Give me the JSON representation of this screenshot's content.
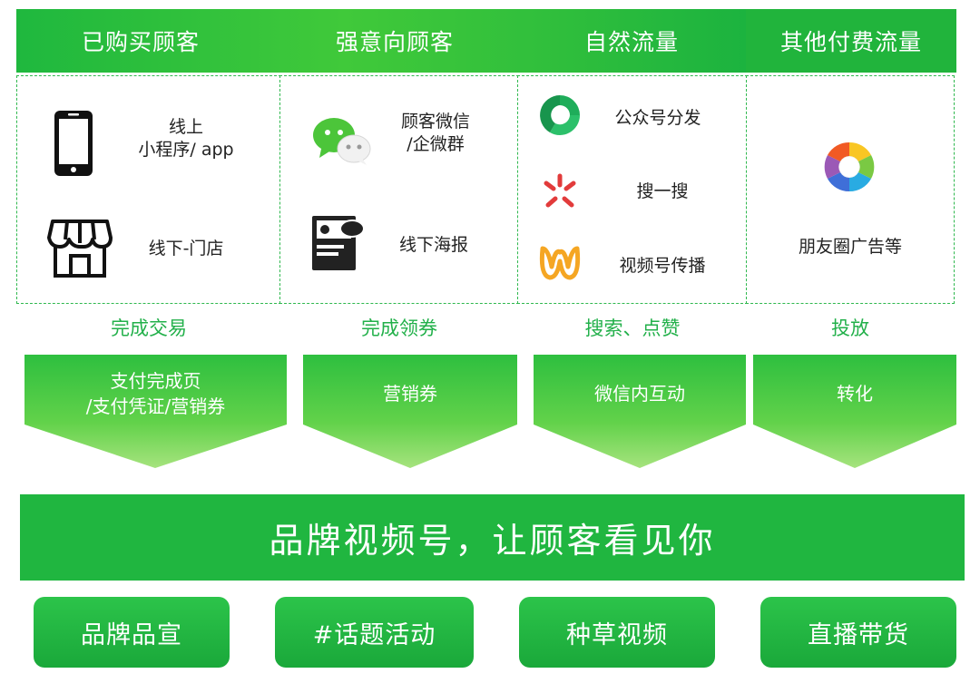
{
  "headers": [
    "已购买顾客",
    "强意向顾客",
    "自然流量",
    "其他付费流量"
  ],
  "panels": {
    "p1": {
      "item1": [
        "线上",
        "小程序/ app"
      ],
      "item2": "线下-门店"
    },
    "p2": {
      "item1": [
        "顾客微信",
        "/企微群"
      ],
      "item2": "线下海报"
    },
    "p3": {
      "item1": "公众号分发",
      "item2": "搜一搜",
      "item3": "视频号传播"
    },
    "p4": {
      "item1": "朋友圈广告等"
    }
  },
  "actions": [
    "完成交易",
    "完成领券",
    "搜索、点赞",
    "投放"
  ],
  "arrows": [
    [
      "支付完成页",
      "/支付凭证/营销券"
    ],
    [
      "营销券"
    ],
    [
      "微信内互动"
    ],
    [
      "转化"
    ]
  ],
  "banner": "品牌视频号，让顾客看见你",
  "pills": [
    "品牌品宣",
    "#话题活动",
    "种草视频",
    "直播带货"
  ],
  "colors": {
    "brand_green": "#20b640",
    "label_green": "#22b04a",
    "border_green": "#2fb84e"
  }
}
